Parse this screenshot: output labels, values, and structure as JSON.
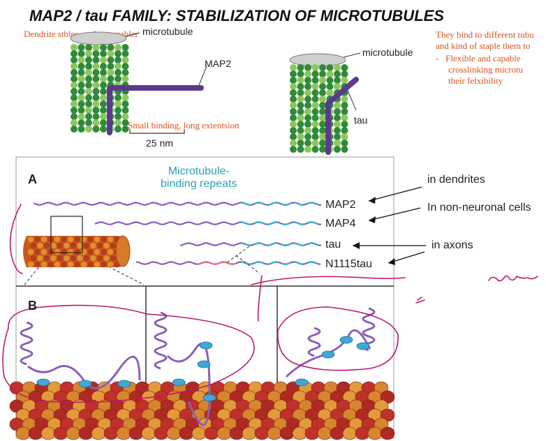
{
  "title": "MAP2 / tau FAMILY: STABILIZATION OF MICROTUBULES",
  "notes": {
    "dendrite_stabler": "Dendrite stbler",
    "axon_stabler": "Axon stabler",
    "small_binding": "Small binding, long extentsion",
    "bind_line1": "They bind to different tubu",
    "bind_line2": "and kind of staple them to",
    "bullet_dash": "-",
    "bullet_line1": "Flexible and capable",
    "bullet_line2": "crosslinking microtu",
    "bullet_line3": "their felxibility"
  },
  "top_figure": {
    "microtubule_label_1": "microtubule",
    "map2_label": "MAP2",
    "scale_label": "25 nm",
    "microtubule_label_2": "microtubule",
    "tau_label": "tau"
  },
  "panel_a": {
    "letter": "A",
    "repeats_line1": "Microtubule-",
    "repeats_line2": "binding repeats",
    "proteins": [
      "MAP2",
      "MAP4",
      "tau",
      "N1115tau"
    ]
  },
  "annotations": {
    "dendrites": "in dendrites",
    "non_neuronal": "In non-neuronal cells",
    "axons": "in axons"
  },
  "panel_b": {
    "letter": "B"
  },
  "colors": {
    "purple": "#6a3d9a",
    "cyan": "#3fb4c8",
    "title_note_orange": "#d9531e",
    "handwriting_magenta": "#c0186a"
  }
}
